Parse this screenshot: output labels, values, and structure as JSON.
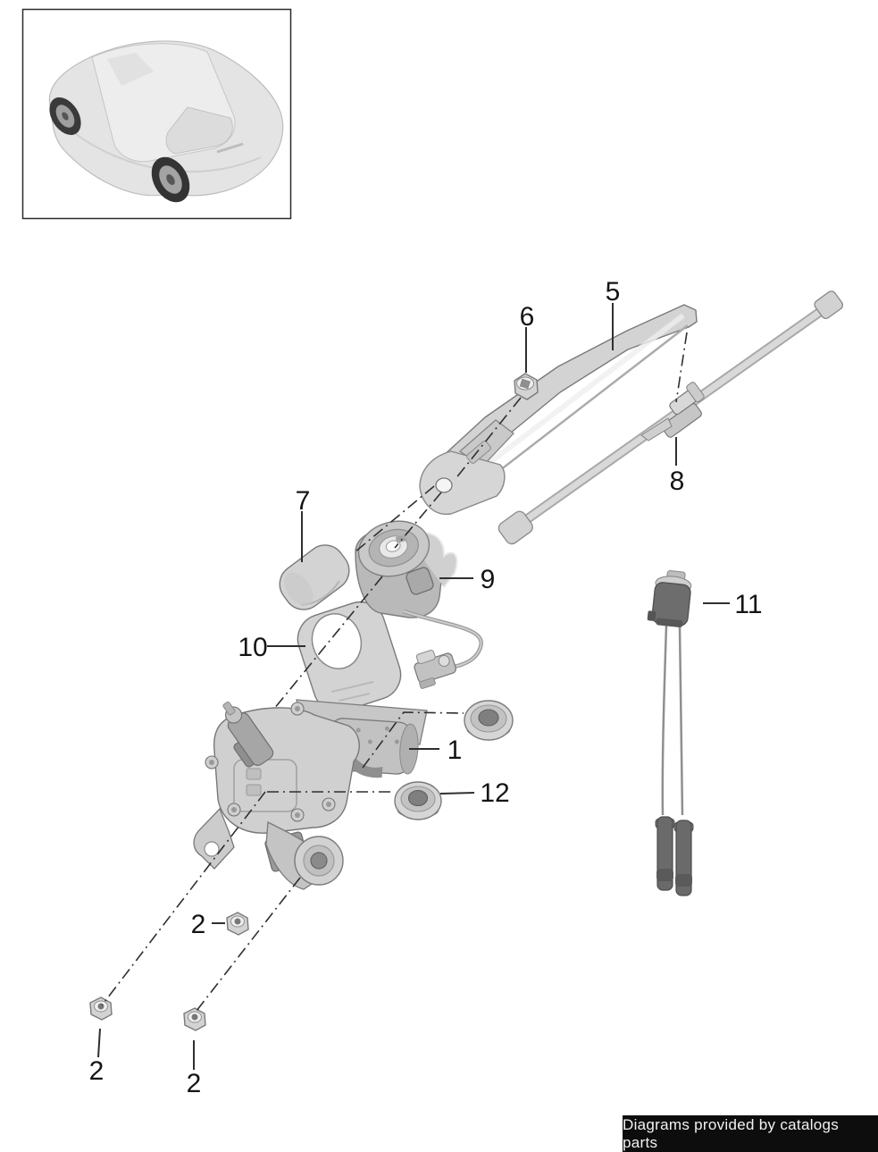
{
  "diagram": {
    "description": "Rear window wiper exploded parts diagram",
    "vehicle_inset": {
      "name": "vehicle-rear-three-quarter-view"
    },
    "callouts": [
      {
        "num": "5",
        "part": "wiper-arm"
      },
      {
        "num": "6",
        "part": "cap-nut"
      },
      {
        "num": "8",
        "part": "wiper-blade"
      },
      {
        "num": "7",
        "part": "wiper-arm-cap"
      },
      {
        "num": "9",
        "part": "pivot-cover-with-hose"
      },
      {
        "num": "10",
        "part": "gasket-seal"
      },
      {
        "num": "11",
        "part": "washer-hose-connector"
      },
      {
        "num": "1",
        "part": "wiper-motor"
      },
      {
        "num": "12",
        "part": "grommet"
      },
      {
        "num": "2",
        "part": "hex-nut"
      },
      {
        "num": "2",
        "part": "hex-nut"
      },
      {
        "num": "2",
        "part": "hex-nut"
      }
    ],
    "banner": {
      "text": "Diagrams provided by catalogs parts"
    },
    "colors": {
      "part_fill": "#d3d3d3",
      "part_stroke": "#7a7a7a",
      "line": "#2f2f2f",
      "dark_part": "#6d6d6d",
      "banner_bg": "#0d0d0d",
      "banner_fg": "#f2f2f2"
    }
  }
}
